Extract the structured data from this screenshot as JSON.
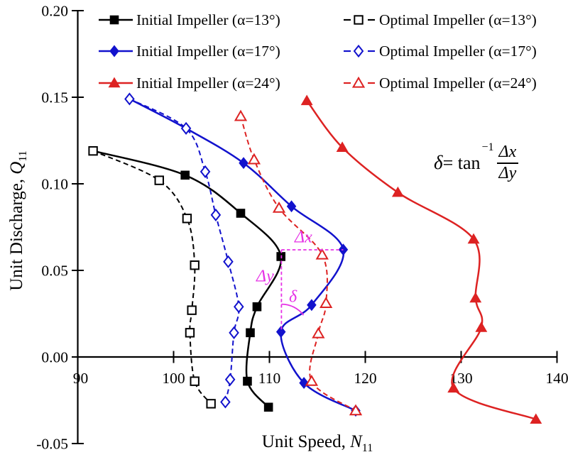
{
  "chart_data": {
    "type": "line",
    "title": "",
    "xlabel_prefix": "Unit Speed, ",
    "xlabel_var": "N",
    "xlabel_sub": "11",
    "ylabel_prefix": "Unit Discharge, ",
    "ylabel_var": "Q",
    "ylabel_sub": "11",
    "xlim": [
      90,
      140
    ],
    "ylim": [
      -0.05,
      0.2
    ],
    "grid": false,
    "legend_position": "top",
    "x_ticks": [
      {
        "value": 90,
        "label": "90",
        "mark": false
      },
      {
        "value": 100,
        "label": "100",
        "mark": true
      },
      {
        "value": 110,
        "label": "110",
        "mark": true
      },
      {
        "value": 120,
        "label": "120",
        "mark": true
      },
      {
        "value": 130,
        "label": "130",
        "mark": true
      },
      {
        "value": 140,
        "label": "140",
        "mark": true
      }
    ],
    "y_ticks": [
      {
        "value": 0.2,
        "label": "0.20"
      },
      {
        "value": 0.15,
        "label": "0.15"
      },
      {
        "value": 0.1,
        "label": "0.10"
      },
      {
        "value": 0.05,
        "label": "0.05"
      },
      {
        "value": 0.0,
        "label": "0.00"
      },
      {
        "value": -0.05,
        "label": "-0.05"
      }
    ],
    "series": [
      {
        "id": "initial-13",
        "label": "Initial Impeller (α=13°)",
        "color": "#000000",
        "line": "solid",
        "marker": "square",
        "marker_filled": true,
        "points": [
          [
            91.6,
            0.119
          ],
          [
            101.2,
            0.105
          ],
          [
            107.0,
            0.083
          ],
          [
            111.2,
            0.058
          ],
          [
            108.7,
            0.029
          ],
          [
            108.0,
            0.014
          ],
          [
            107.7,
            -0.014
          ],
          [
            109.9,
            -0.029
          ]
        ]
      },
      {
        "id": "optimal-13",
        "label": "Optimal Impeller (α=13°)",
        "color": "#000000",
        "line": "dashed",
        "marker": "square",
        "marker_filled": false,
        "points": [
          [
            91.6,
            0.119
          ],
          [
            98.5,
            0.102
          ],
          [
            101.4,
            0.08
          ],
          [
            102.2,
            0.053
          ],
          [
            101.9,
            0.027
          ],
          [
            101.7,
            0.014
          ],
          [
            102.2,
            -0.014
          ],
          [
            103.9,
            -0.027
          ]
        ]
      },
      {
        "id": "initial-17",
        "label": "Initial Impeller (α=17°)",
        "color": "#1212cd",
        "line": "solid",
        "marker": "diamond",
        "marker_filled": true,
        "points": [
          [
            95.4,
            0.149
          ],
          [
            101.3,
            0.132
          ],
          [
            107.3,
            0.112
          ],
          [
            112.3,
            0.087
          ],
          [
            117.7,
            0.062
          ],
          [
            114.4,
            0.03
          ],
          [
            111.2,
            0.0145
          ],
          [
            113.6,
            -0.015
          ],
          [
            119.0,
            -0.031
          ]
        ]
      },
      {
        "id": "optimal-17",
        "label": "Optimal Impeller (α=17°)",
        "color": "#1212cd",
        "line": "dashed",
        "marker": "diamond",
        "marker_filled": false,
        "points": [
          [
            95.4,
            0.149
          ],
          [
            101.3,
            0.132
          ],
          [
            103.3,
            0.107
          ],
          [
            104.4,
            0.082
          ],
          [
            105.7,
            0.055
          ],
          [
            106.8,
            0.029
          ],
          [
            106.3,
            0.014
          ],
          [
            105.9,
            -0.013
          ],
          [
            105.4,
            -0.026
          ]
        ]
      },
      {
        "id": "initial-24",
        "label": "Initial Impeller (α=24°)",
        "color": "#dd2222",
        "line": "solid",
        "marker": "triangle",
        "marker_filled": true,
        "points": [
          [
            113.9,
            0.148
          ],
          [
            117.6,
            0.121
          ],
          [
            123.4,
            0.095
          ],
          [
            131.3,
            0.068
          ],
          [
            131.5,
            0.034
          ],
          [
            132.1,
            0.017
          ],
          [
            129.2,
            -0.018
          ],
          [
            137.8,
            -0.036
          ]
        ]
      },
      {
        "id": "optimal-24",
        "label": "Optimal Impeller (α=24°)",
        "color": "#dd2222",
        "line": "dashed",
        "marker": "triangle",
        "marker_filled": false,
        "points": [
          [
            107.0,
            0.139
          ],
          [
            108.4,
            0.114
          ],
          [
            111.0,
            0.086
          ],
          [
            115.5,
            0.059
          ],
          [
            115.9,
            0.031
          ],
          [
            115.1,
            0.0135
          ],
          [
            114.4,
            -0.014
          ],
          [
            119.0,
            -0.031
          ]
        ]
      }
    ],
    "annotation": {
      "color": "#e632e6",
      "dx_label": "Δx",
      "dy_label": "Δy",
      "delta_label": "δ",
      "h_line": {
        "x1": 111.25,
        "x2": 117.7,
        "y": 0.0619
      },
      "v_line": {
        "x": 111.25,
        "y1": 0.0619,
        "y2": 0.0145
      },
      "arc": {
        "x": 111.25,
        "y": 0.0145,
        "radius_px": 39,
        "start_deg": 0,
        "end_deg": 53
      },
      "dx_pos": [
        113.55,
        0.0695
      ],
      "dy_pos": [
        109.55,
        0.047
      ],
      "delta_pos": [
        112.45,
        0.035
      ],
      "formula": {
        "delta": "δ",
        "mid": " = tan",
        "exp": "−1",
        "num": "Δx",
        "den": "Δy"
      }
    }
  }
}
